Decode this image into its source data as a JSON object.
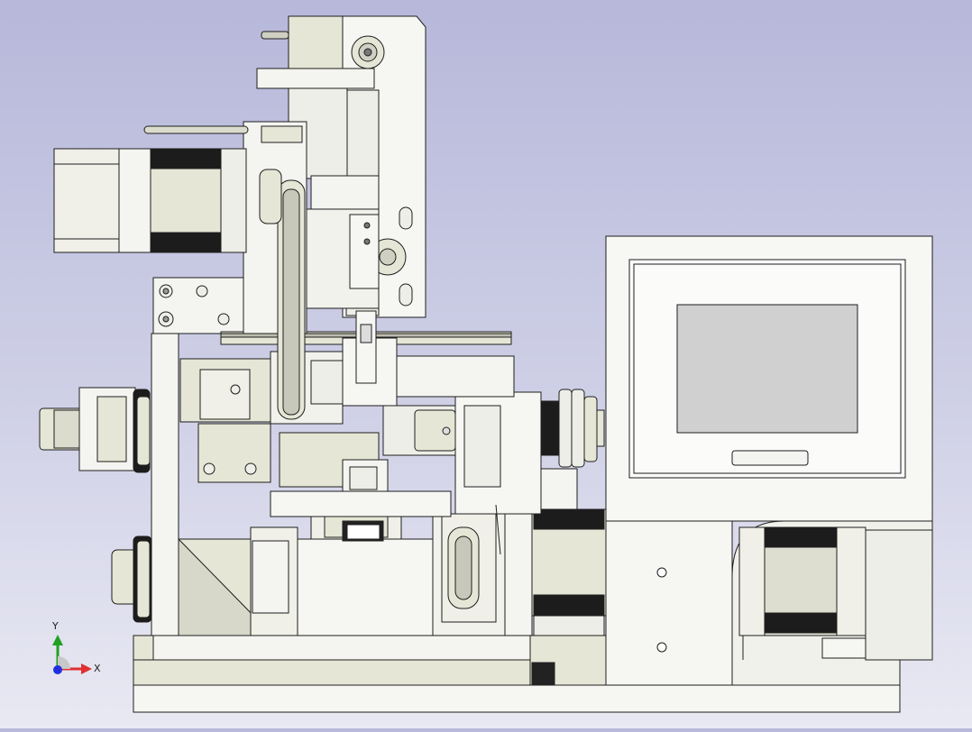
{
  "scene": {
    "description_kind": "cad-assembly-view",
    "colors": {
      "background_top": "#b7b8da",
      "background_bottom": "#e9e9f3",
      "part_light": "#f4f4f0",
      "part_beige": "#e6e6d6",
      "part_shadow": "#cfcfc2",
      "edge": "#1e1e1e",
      "motor_band": "#1c1c1c",
      "screen": "#d0d0d0"
    }
  },
  "triad": {
    "x_label": "X",
    "y_label": "Y",
    "x_color": "#e03030",
    "y_color": "#22a022",
    "z_color": "#2030e0"
  }
}
